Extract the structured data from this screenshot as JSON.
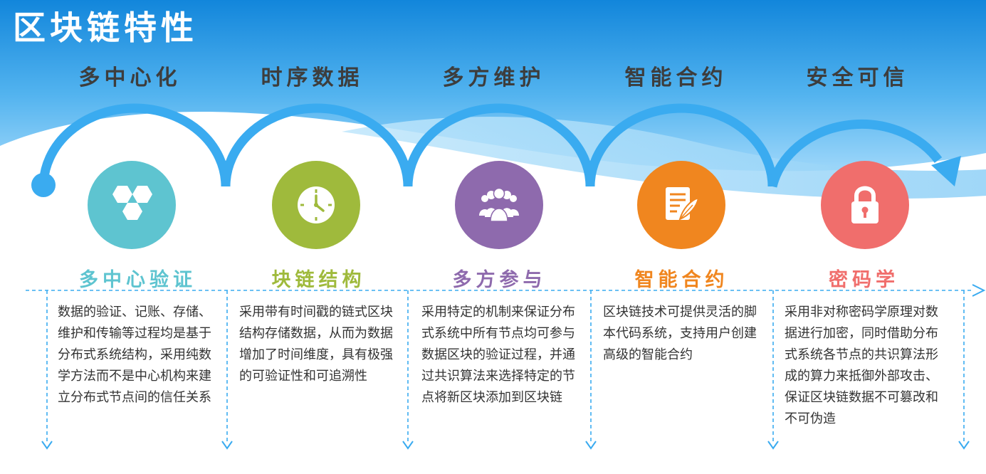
{
  "title": "区块链特性",
  "features": [
    "多中心化",
    "时序数据",
    "多方维护",
    "智能合约",
    "安全可信"
  ],
  "items": [
    {
      "title": "多中心验证",
      "description": "数据的验证、记账、存储、维护和传输等过程均是基于分布式系统结构，采用纯数学方法而不是中心机构来建立分布式节点间的信任关系",
      "color": "#5ec4d0",
      "icon": "hexagon-cluster-icon"
    },
    {
      "title": "块链结构",
      "description": "采用带有时间戳的链式区块结构存储数据，从而为数据增加了时间维度，具有极强的可验证性和可追溯性",
      "color": "#9fba3c",
      "icon": "clock-icon"
    },
    {
      "title": "多方参与",
      "description": "采用特定的机制来保证分布式系统中所有节点均可参与数据区块的验证过程，并通过共识算法来选择特定的节点将新区块添加到区块链",
      "color": "#8e6aad",
      "icon": "people-group-icon"
    },
    {
      "title": "智能合约",
      "description": "区块链技术可提供灵活的脚本代码系统，支持用户创建高级的智能合约",
      "color": "#f0861f",
      "icon": "contract-quill-icon"
    },
    {
      "title": "密码学",
      "description": "采用非对称密码学原理对数据进行加密，同时借助分布式系统各节点的共识算法形成的算力来抵御外部攻击、保证区块链数据不可篡改和不可伪造",
      "color": "#f06e6c",
      "icon": "padlock-icon"
    }
  ],
  "colors": {
    "header_blue": "#1f8fde",
    "arc_blue": "#3aabf0",
    "dashed_line": "#3aabf0",
    "heading_dark": "#3d3d3d"
  }
}
